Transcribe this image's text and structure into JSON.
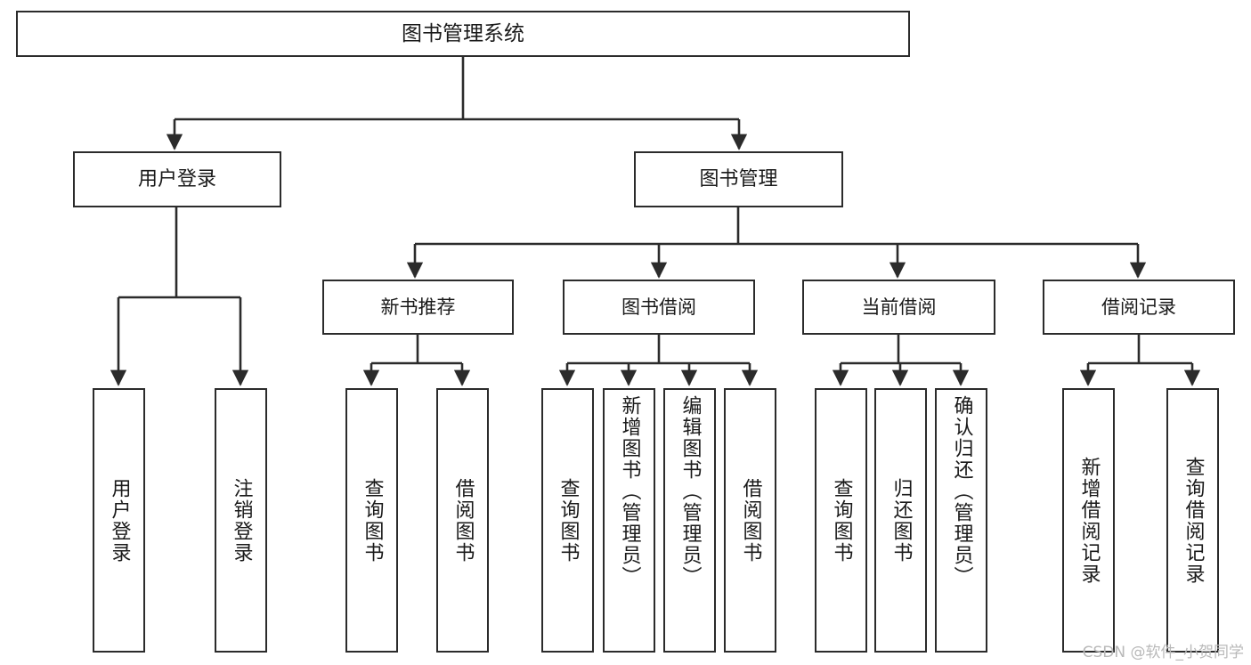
{
  "diagram": {
    "type": "tree-hierarchy-chart",
    "title": "图书管理系统",
    "colors": {
      "stroke": "#2b2b2b",
      "fill": "#ffffff",
      "text": "#1a1a1a",
      "watermark": "#b9b9b9"
    },
    "root": {
      "label": "图书管理系统"
    },
    "level2": [
      {
        "label": "用户登录"
      },
      {
        "label": "图书管理"
      }
    ],
    "level3": [
      {
        "label": "新书推荐"
      },
      {
        "label": "图书借阅"
      },
      {
        "label": "当前借阅"
      },
      {
        "label": "借阅记录"
      }
    ],
    "leaves": {
      "user_login": [
        {
          "label": "用户登录"
        },
        {
          "label": "注销登录"
        }
      ],
      "new_book_recommend": [
        {
          "label": "查询图书"
        },
        {
          "label": "借阅图书"
        }
      ],
      "book_borrow": [
        {
          "label": "查询图书"
        },
        {
          "label": "新增图书（管理员）"
        },
        {
          "label": "编辑图书（管理员）"
        },
        {
          "label": "借阅图书"
        }
      ],
      "current_borrow": [
        {
          "label": "查询图书"
        },
        {
          "label": "归还图书"
        },
        {
          "label": "确认归还（管理员）"
        }
      ],
      "borrow_record": [
        {
          "label": "新增借阅记录"
        },
        {
          "label": "查询借阅记录"
        }
      ]
    },
    "watermark": "CSDN @软件_小贺同学"
  }
}
